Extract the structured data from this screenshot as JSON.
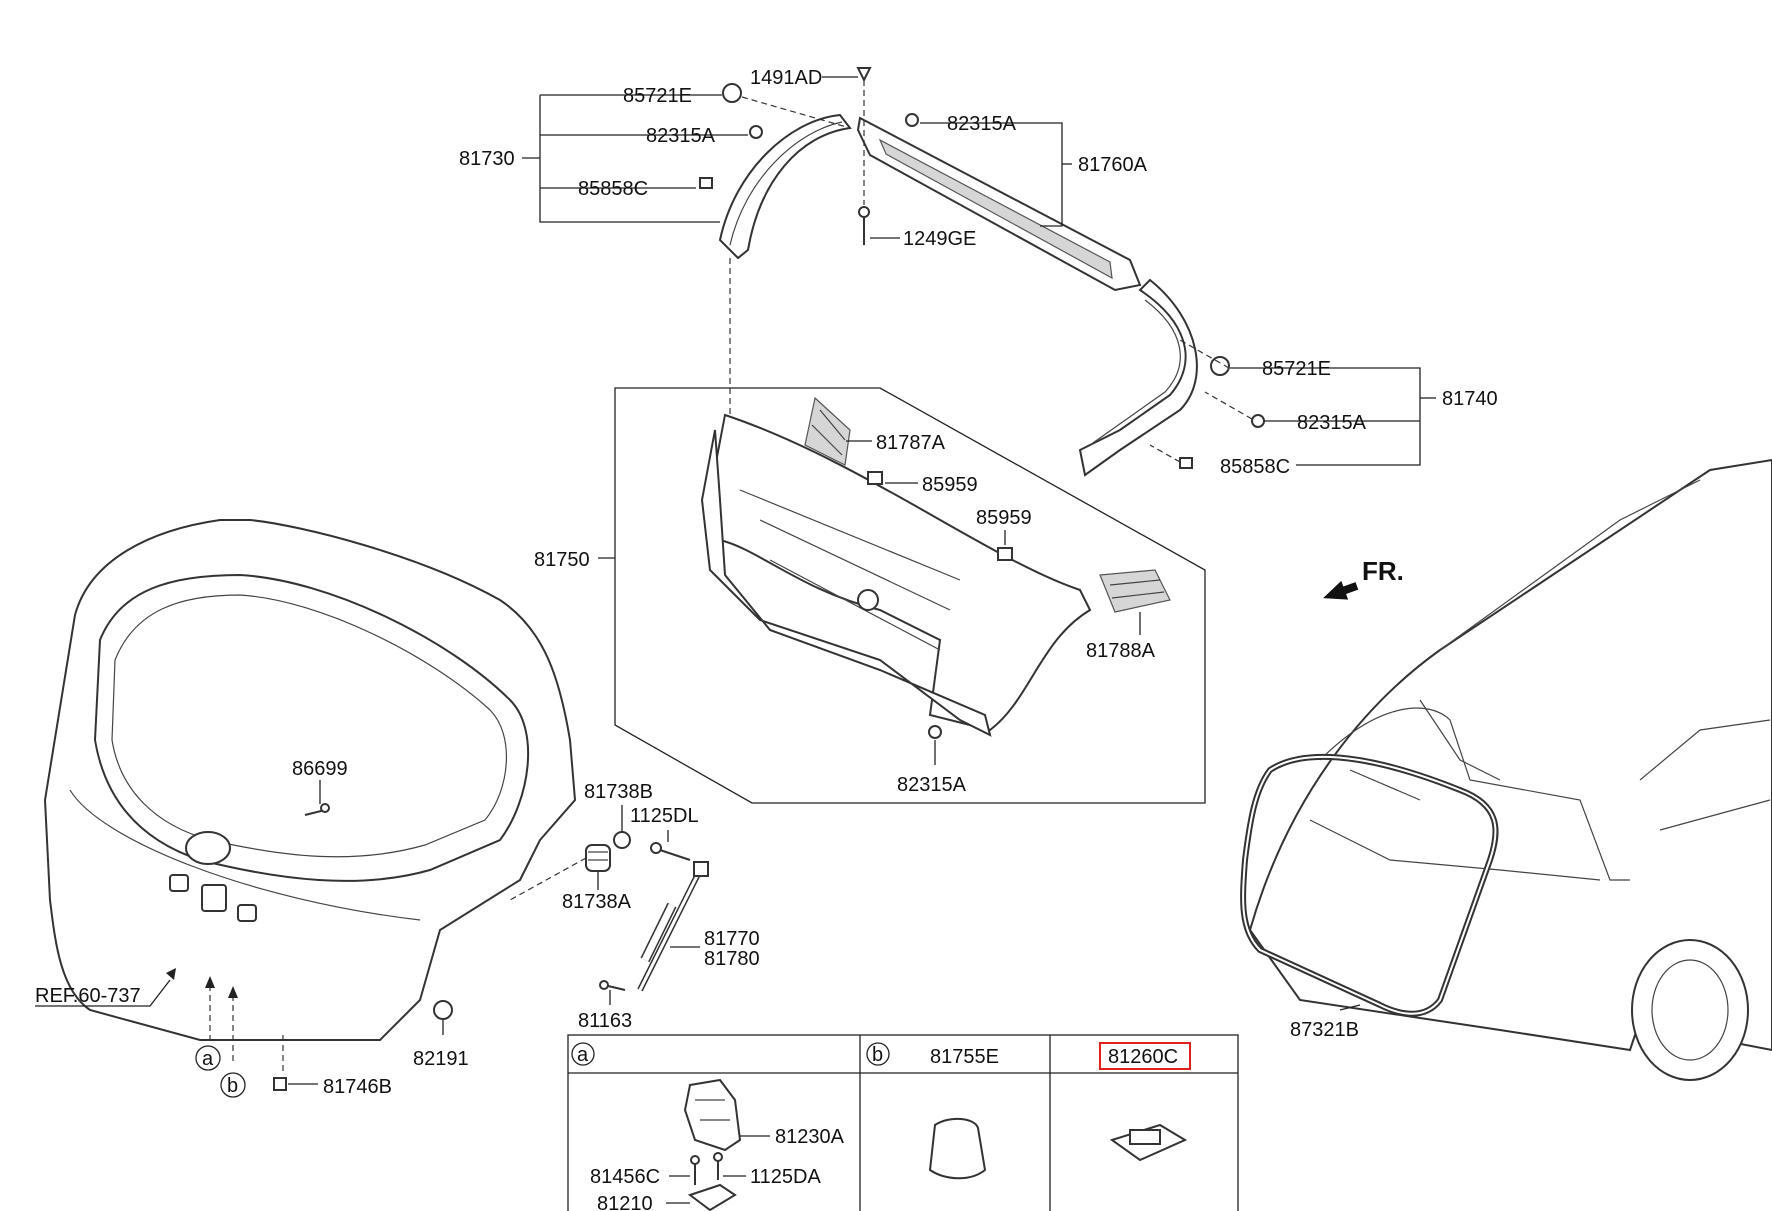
{
  "parts": {
    "p85721E_top": "85721E",
    "p1491AD": "1491AD",
    "p82315A_left": "82315A",
    "p82315A_top": "82315A",
    "p81730": "81730",
    "p85858C_left": "85858C",
    "p81760A": "81760A",
    "p1249GE": "1249GE",
    "p85721E_right": "85721E",
    "p81740": "81740",
    "p82315A_right": "82315A",
    "p85858C_right": "85858C",
    "p81787A": "81787A",
    "p85959_a": "85959",
    "p85959_b": "85959",
    "p81750": "81750",
    "p81788A": "81788A",
    "p82315A_bottom": "82315A",
    "p86699": "86699",
    "p81738B": "81738B",
    "p1125DL": "1125DL",
    "p81738A": "81738A",
    "p81770": "81770",
    "p81780": "81780",
    "p81163": "81163",
    "p82191": "82191",
    "p81746B": "81746B",
    "ref": "REF.60-737",
    "p87321B": "87321B",
    "fr": "FR.",
    "circle_a": "a",
    "circle_b": "b"
  },
  "table": {
    "a_marker": "a",
    "b_marker": "b",
    "b_part": "81755E",
    "c_part": "81260C",
    "p81230A": "81230A",
    "p81456C": "81456C",
    "p1125DA": "1125DA",
    "p81210": "81210"
  }
}
